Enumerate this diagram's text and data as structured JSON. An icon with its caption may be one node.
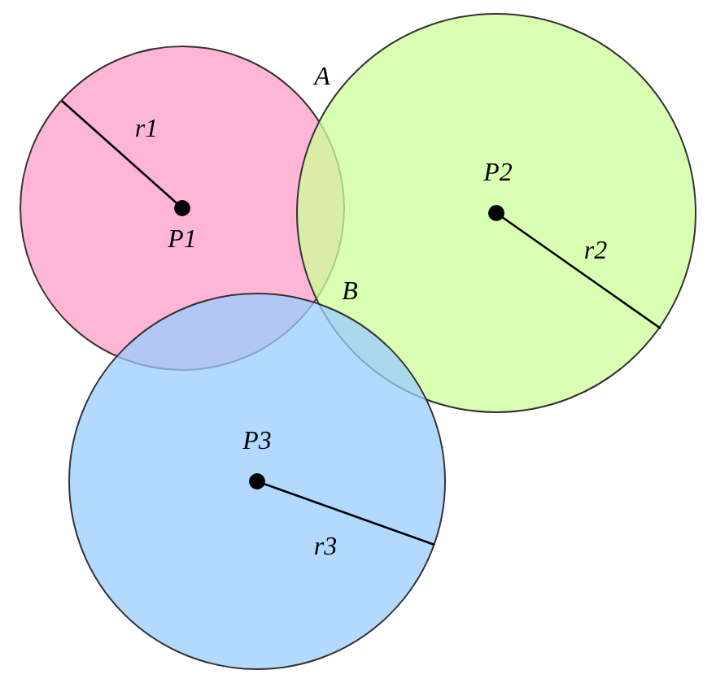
{
  "diagram": {
    "nodes": [
      {
        "text": [
          "r1",
          "P1"
        ]
      },
      {
        "text": [
          "P2",
          "r2"
        ]
      },
      {
        "text": [
          "P3",
          "r3"
        ]
      }
    ],
    "labels": [
      "A",
      "B"
    ]
  }
}
